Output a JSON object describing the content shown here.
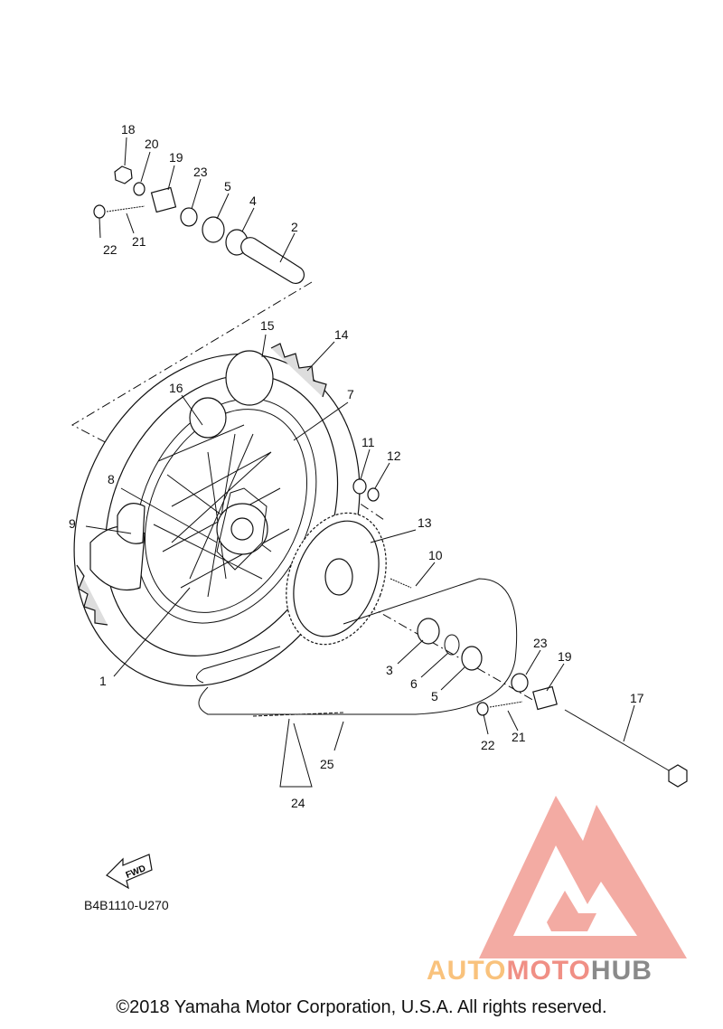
{
  "diagram": {
    "callouts": {
      "n1": "1",
      "n2": "2",
      "n3": "3",
      "n4": "4",
      "n5a": "5",
      "n5b": "5",
      "n6": "6",
      "n7": "7",
      "n8": "8",
      "n9": "9",
      "n10": "10",
      "n11": "11",
      "n12": "12",
      "n13": "13",
      "n14": "14",
      "n15": "15",
      "n16": "16",
      "n17": "17",
      "n18": "18",
      "n19a": "19",
      "n19b": "19",
      "n20": "20",
      "n21a": "21",
      "n21b": "21",
      "n22a": "22",
      "n22b": "22",
      "n23a": "23",
      "n23b": "23",
      "n24": "24",
      "n25": "25"
    },
    "fwd_label": "FWD",
    "drawing_code": "B4B1110-U270",
    "copyright": "©2018 Yamaha Motor Corporation, U.S.A. All rights reserved.",
    "watermark": {
      "part1": "AUTO",
      "part2": "MOTO",
      "part3": "HUB",
      "colors": {
        "auto": "#f9c27c",
        "moto": "#f08f85",
        "hub": "#8a8a8a",
        "logo": "#f08f85"
      }
    }
  }
}
